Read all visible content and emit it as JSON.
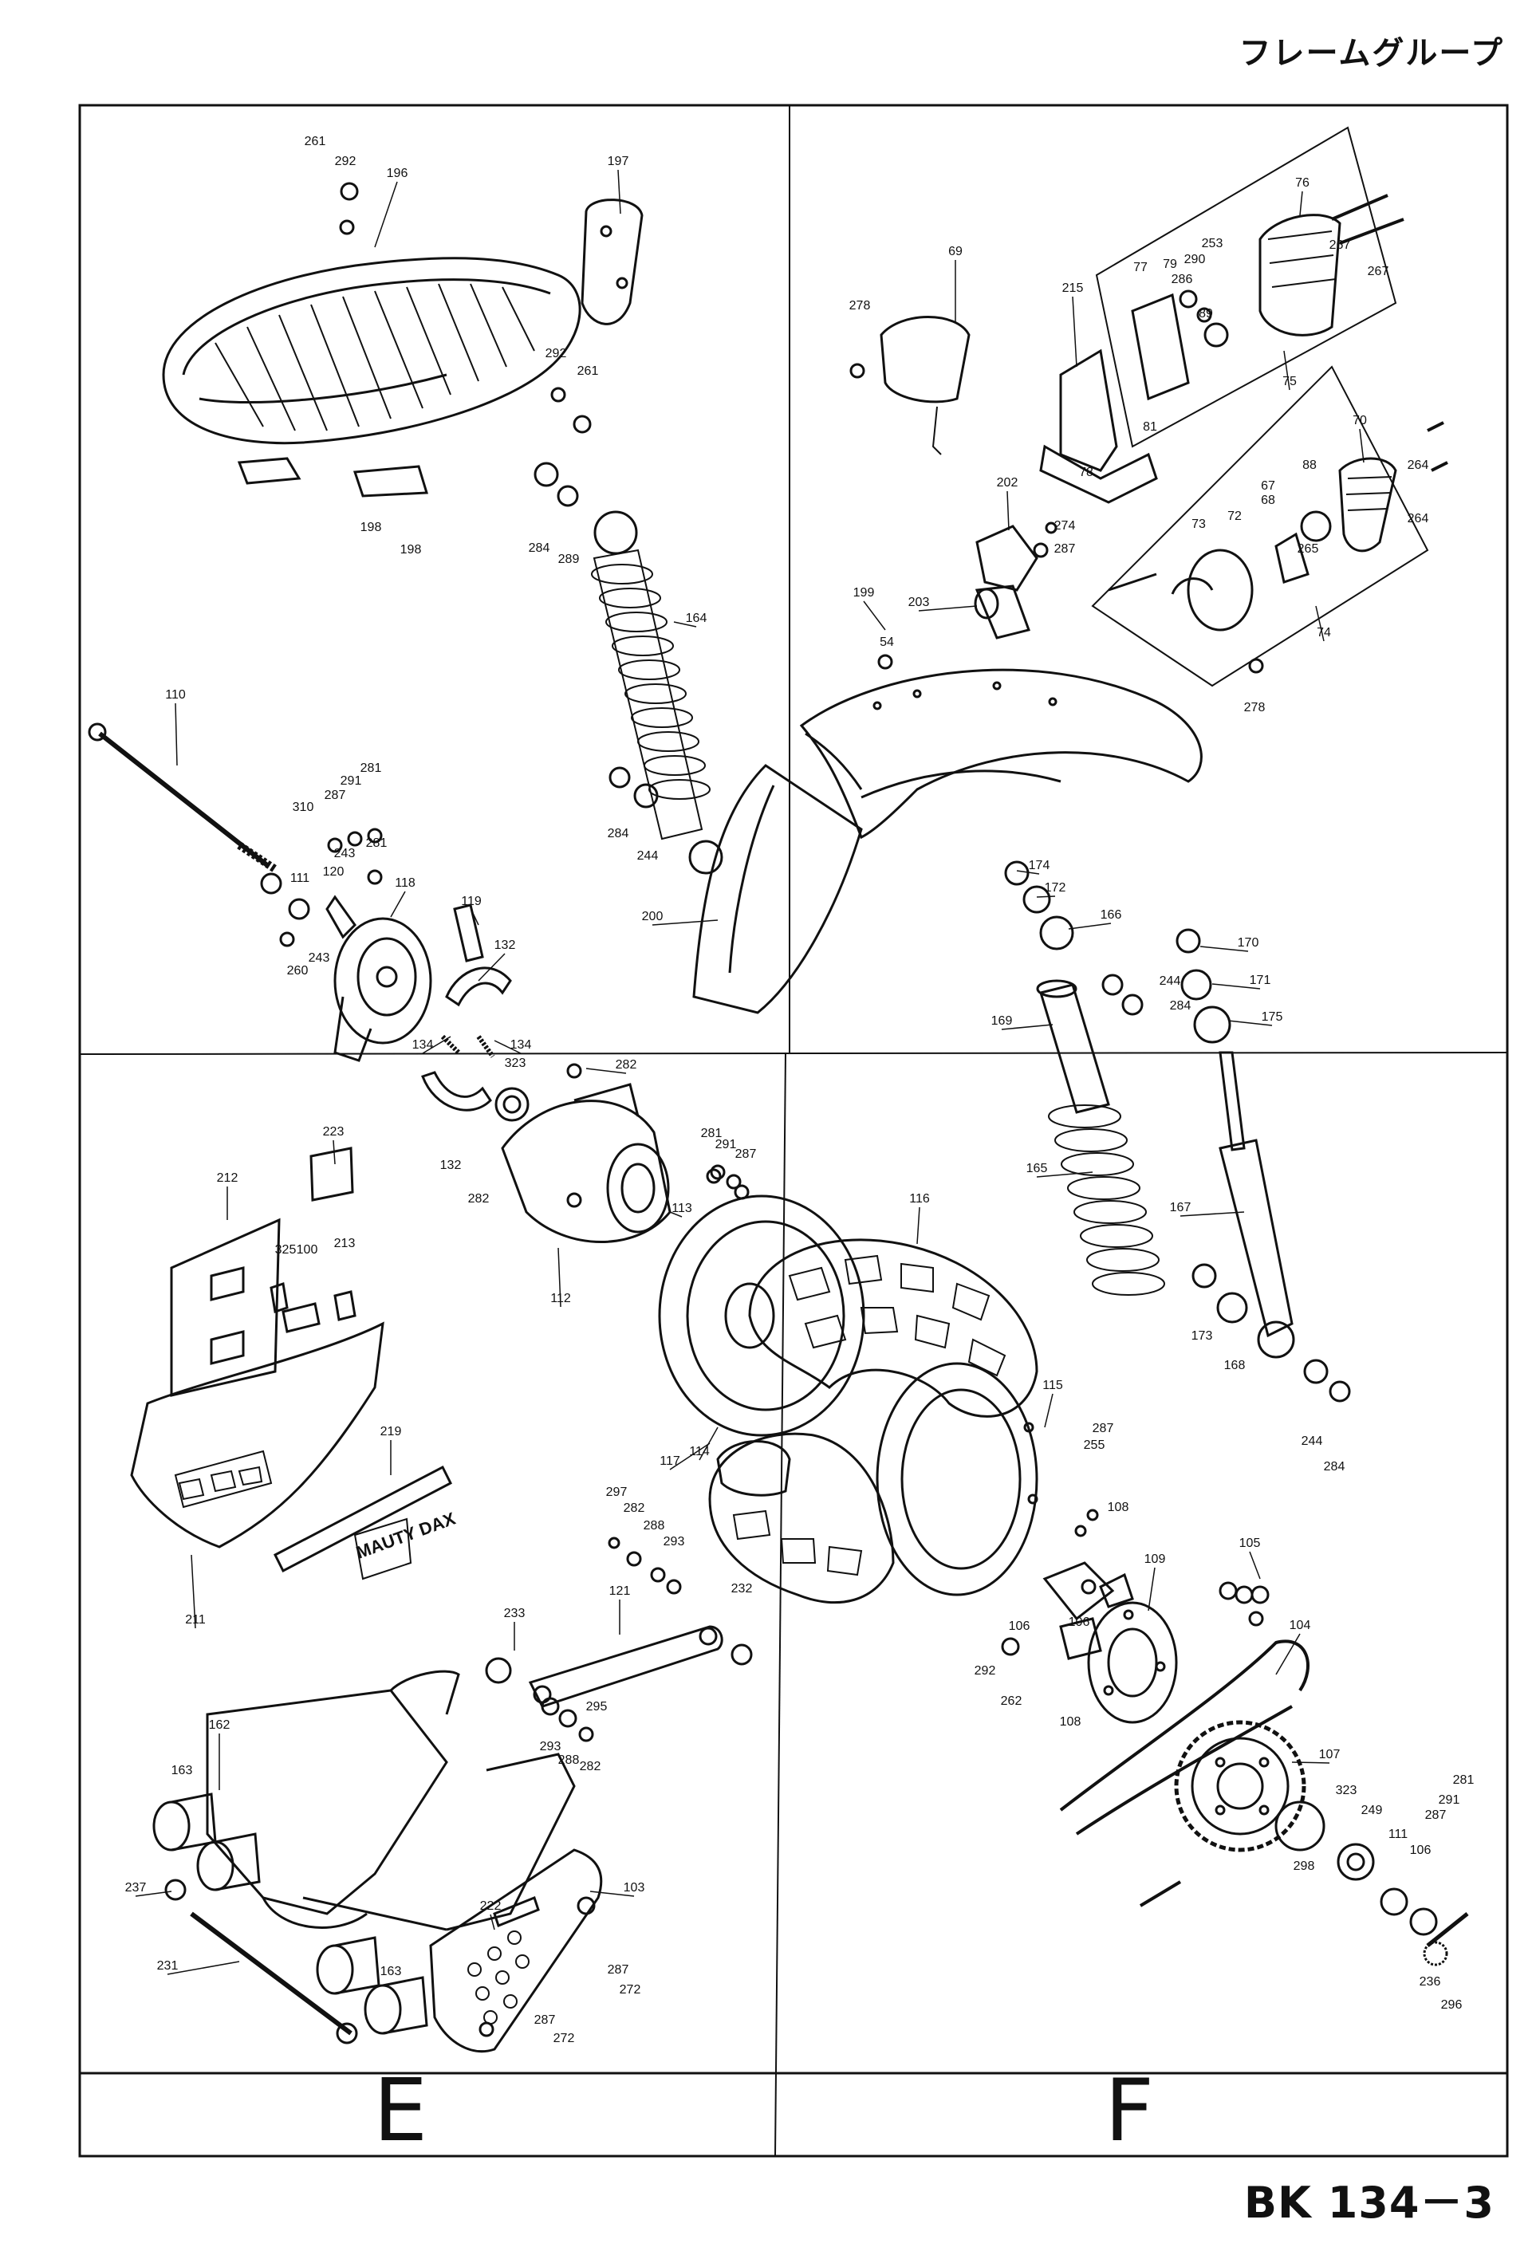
{
  "header": {
    "title": "フレームグループ"
  },
  "footer": {
    "page_code": "BK 134－3"
  },
  "sections": {
    "left": "E",
    "right": "F"
  },
  "logo_text": "MAUTY DAX",
  "callouts": [
    {
      "id": "c261a",
      "text": "261"
    },
    {
      "id": "c292a",
      "text": "292"
    },
    {
      "id": "c196",
      "text": "196"
    },
    {
      "id": "c197",
      "text": "197"
    },
    {
      "id": "c292b",
      "text": "292"
    },
    {
      "id": "c261b",
      "text": "261"
    },
    {
      "id": "c198a",
      "text": "198"
    },
    {
      "id": "c198b",
      "text": "198"
    },
    {
      "id": "c284a",
      "text": "284"
    },
    {
      "id": "c289",
      "text": "289"
    },
    {
      "id": "c164",
      "text": "164"
    },
    {
      "id": "c284b",
      "text": "284"
    },
    {
      "id": "c244a",
      "text": "244"
    },
    {
      "id": "c200",
      "text": "200"
    },
    {
      "id": "c110",
      "text": "110"
    },
    {
      "id": "c310",
      "text": "310"
    },
    {
      "id": "c287a",
      "text": "287"
    },
    {
      "id": "c291a",
      "text": "291"
    },
    {
      "id": "c281a",
      "text": "281"
    },
    {
      "id": "c243a",
      "text": "243"
    },
    {
      "id": "c281b",
      "text": "281"
    },
    {
      "id": "c120",
      "text": "120"
    },
    {
      "id": "c111a",
      "text": "111"
    },
    {
      "id": "c118",
      "text": "118"
    },
    {
      "id": "c119",
      "text": "119"
    },
    {
      "id": "c132a",
      "text": "132"
    },
    {
      "id": "c243b",
      "text": "243"
    },
    {
      "id": "c260",
      "text": "260"
    },
    {
      "id": "c134a",
      "text": "134"
    },
    {
      "id": "c134b",
      "text": "134"
    },
    {
      "id": "c323a",
      "text": "323"
    },
    {
      "id": "c282a",
      "text": "282"
    },
    {
      "id": "c132b",
      "text": "132"
    },
    {
      "id": "c282b",
      "text": "282"
    },
    {
      "id": "c281c",
      "text": "281"
    },
    {
      "id": "c291b",
      "text": "291"
    },
    {
      "id": "c287b",
      "text": "287"
    },
    {
      "id": "c113",
      "text": "113"
    },
    {
      "id": "c112",
      "text": "112"
    },
    {
      "id": "c223",
      "text": "223"
    },
    {
      "id": "c212",
      "text": "212"
    },
    {
      "id": "c325",
      "text": "325"
    },
    {
      "id": "c100",
      "text": "100"
    },
    {
      "id": "c213",
      "text": "213"
    },
    {
      "id": "c219",
      "text": "219"
    },
    {
      "id": "c211",
      "text": "211"
    },
    {
      "id": "c117",
      "text": "117"
    },
    {
      "id": "c114",
      "text": "114"
    },
    {
      "id": "c116",
      "text": "116"
    },
    {
      "id": "c115",
      "text": "115"
    },
    {
      "id": "c297",
      "text": "297"
    },
    {
      "id": "c282c",
      "text": "282"
    },
    {
      "id": "c288a",
      "text": "288"
    },
    {
      "id": "c293a",
      "text": "293"
    },
    {
      "id": "c232",
      "text": "232"
    },
    {
      "id": "c233",
      "text": "233"
    },
    {
      "id": "c121",
      "text": "121"
    },
    {
      "id": "c295",
      "text": "295"
    },
    {
      "id": "c293b",
      "text": "293"
    },
    {
      "id": "c288b",
      "text": "288"
    },
    {
      "id": "c282d",
      "text": "282"
    },
    {
      "id": "c162",
      "text": "162"
    },
    {
      "id": "c163a",
      "text": "163"
    },
    {
      "id": "c237",
      "text": "237"
    },
    {
      "id": "c222",
      "text": "222"
    },
    {
      "id": "c103",
      "text": "103"
    },
    {
      "id": "c231",
      "text": "231"
    },
    {
      "id": "c163b",
      "text": "163"
    },
    {
      "id": "c287c",
      "text": "287"
    },
    {
      "id": "c272a",
      "text": "272"
    },
    {
      "id": "c287d",
      "text": "287"
    },
    {
      "id": "c272b",
      "text": "272"
    },
    {
      "id": "c278a",
      "text": "278"
    },
    {
      "id": "c69",
      "text": "69"
    },
    {
      "id": "c215",
      "text": "215"
    },
    {
      "id": "c77",
      "text": "77"
    },
    {
      "id": "c79",
      "text": "79"
    },
    {
      "id": "c286",
      "text": "286"
    },
    {
      "id": "c290",
      "text": "290"
    },
    {
      "id": "c253",
      "text": "253"
    },
    {
      "id": "c89",
      "text": "89"
    },
    {
      "id": "c76",
      "text": "76"
    },
    {
      "id": "c267a",
      "text": "267"
    },
    {
      "id": "c267b",
      "text": "267"
    },
    {
      "id": "c81",
      "text": "81"
    },
    {
      "id": "c75",
      "text": "75"
    },
    {
      "id": "c78",
      "text": "78"
    },
    {
      "id": "c70",
      "text": "70"
    },
    {
      "id": "c264a",
      "text": "264"
    },
    {
      "id": "c264b",
      "text": "264"
    },
    {
      "id": "c67",
      "text": "67"
    },
    {
      "id": "c68",
      "text": "68"
    },
    {
      "id": "c88",
      "text": "88"
    },
    {
      "id": "c202",
      "text": "202"
    },
    {
      "id": "c274",
      "text": "274"
    },
    {
      "id": "c287e",
      "text": "287"
    },
    {
      "id": "c73",
      "text": "73"
    },
    {
      "id": "c72",
      "text": "72"
    },
    {
      "id": "c265",
      "text": "265"
    },
    {
      "id": "c74",
      "text": "74"
    },
    {
      "id": "c203",
      "text": "203"
    },
    {
      "id": "c199",
      "text": "199"
    },
    {
      "id": "c54",
      "text": "54"
    },
    {
      "id": "c278b",
      "text": "278"
    },
    {
      "id": "c174",
      "text": "174"
    },
    {
      "id": "c172",
      "text": "172"
    },
    {
      "id": "c166",
      "text": "166"
    },
    {
      "id": "c170",
      "text": "170"
    },
    {
      "id": "c244b",
      "text": "244"
    },
    {
      "id": "c171",
      "text": "171"
    },
    {
      "id": "c169",
      "text": "169"
    },
    {
      "id": "c284c",
      "text": "284"
    },
    {
      "id": "c175",
      "text": "175"
    },
    {
      "id": "c165",
      "text": "165"
    },
    {
      "id": "c167",
      "text": "167"
    },
    {
      "id": "c173",
      "text": "173"
    },
    {
      "id": "c168",
      "text": "168"
    },
    {
      "id": "c244c",
      "text": "244"
    },
    {
      "id": "c284d",
      "text": "284"
    },
    {
      "id": "c287f",
      "text": "287"
    },
    {
      "id": "c255",
      "text": "255"
    },
    {
      "id": "c108a",
      "text": "108"
    },
    {
      "id": "c109",
      "text": "109"
    },
    {
      "id": "c105",
      "text": "105"
    },
    {
      "id": "c106a",
      "text": "106"
    },
    {
      "id": "c106b",
      "text": "106"
    },
    {
      "id": "c292c",
      "text": "292"
    },
    {
      "id": "c262",
      "text": "262"
    },
    {
      "id": "c108b",
      "text": "108"
    },
    {
      "id": "c104",
      "text": "104"
    },
    {
      "id": "c107",
      "text": "107"
    },
    {
      "id": "c281d",
      "text": "281"
    },
    {
      "id": "c291c",
      "text": "291"
    },
    {
      "id": "c287g",
      "text": "287"
    },
    {
      "id": "c323b",
      "text": "323"
    },
    {
      "id": "c249",
      "text": "249"
    },
    {
      "id": "c111b",
      "text": "111"
    },
    {
      "id": "c106c",
      "text": "106"
    },
    {
      "id": "c298",
      "text": "298"
    },
    {
      "id": "c236",
      "text": "236"
    },
    {
      "id": "c296",
      "text": "296"
    }
  ]
}
